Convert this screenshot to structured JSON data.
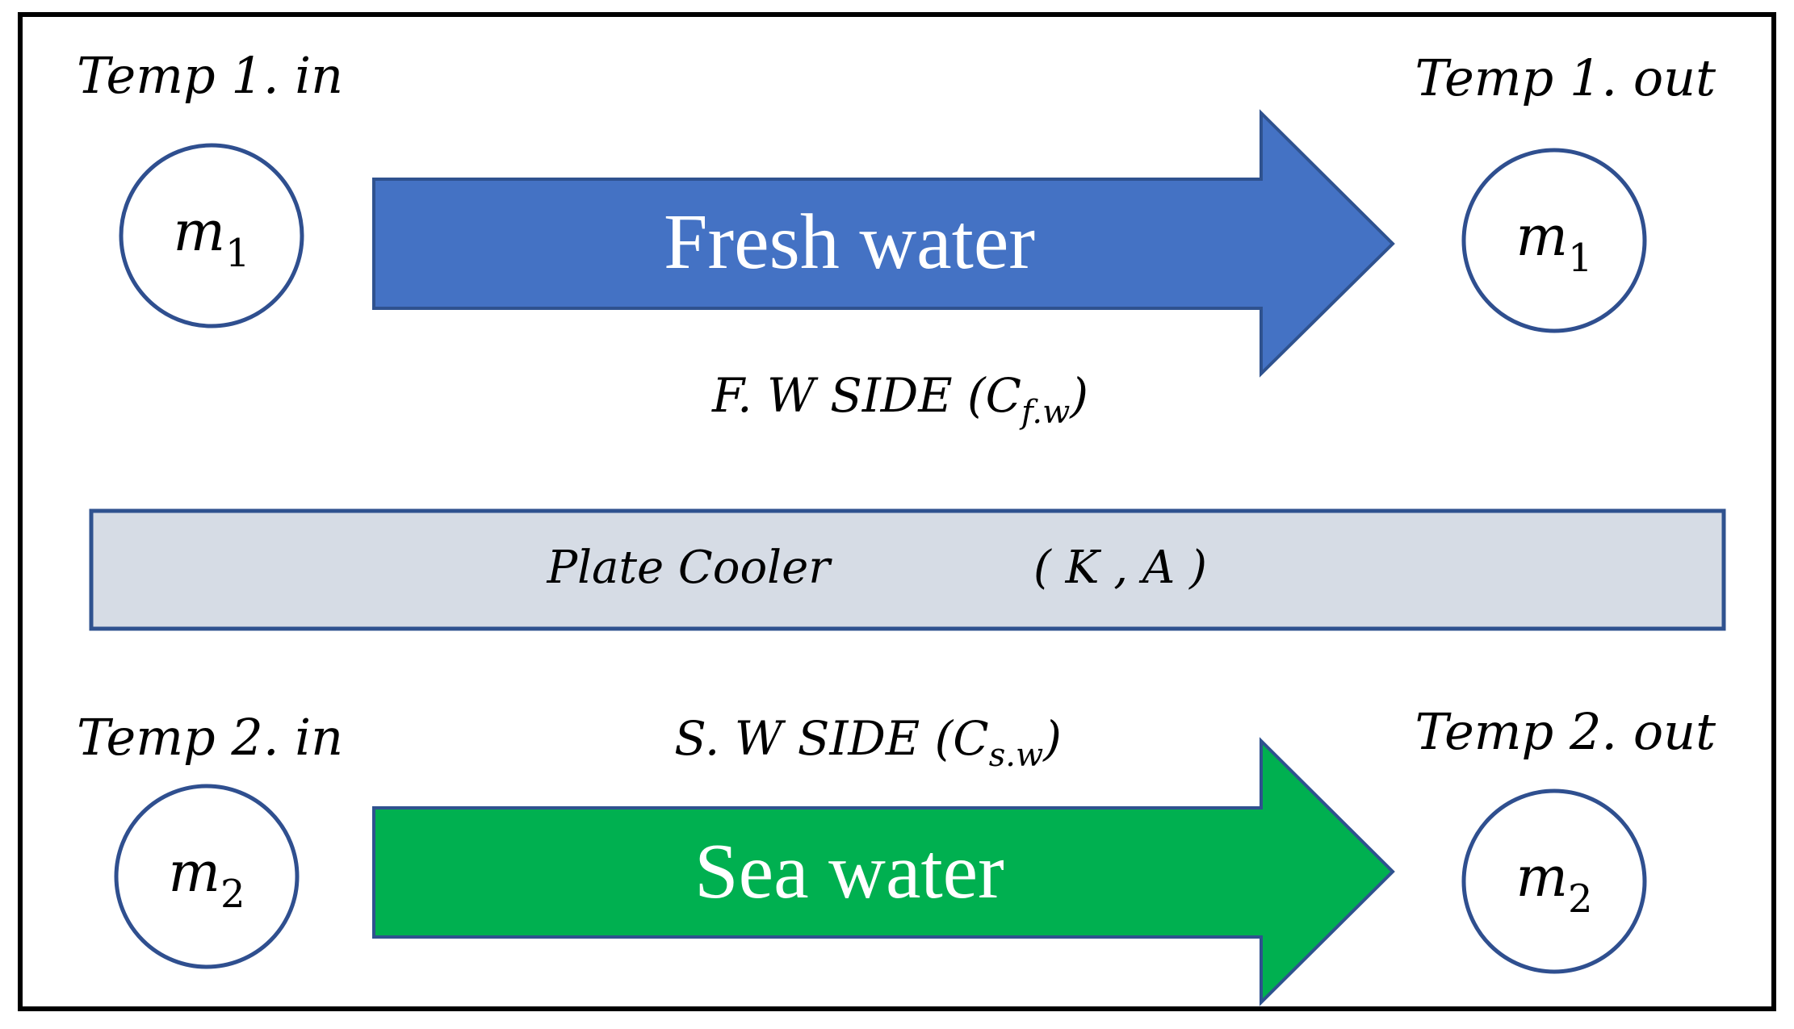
{
  "colors": {
    "frame": "#000000",
    "circle_stroke": "#2F4F8F",
    "fresh_arrow_fill": "#4472C4",
    "fresh_arrow_stroke": "#2F528F",
    "sea_arrow_fill": "#00B050",
    "sea_arrow_stroke": "#2F528F",
    "plate_fill": "#D6DCE5",
    "plate_stroke": "#2F528F",
    "arrow_text": "#FFFFFF",
    "label_text": "#000000"
  },
  "top": {
    "in_label": "Temp 1. in",
    "out_label": "Temp 1. out",
    "mass_symbol": "m",
    "mass_subscript": "1",
    "arrow_label": "Fresh water",
    "side_label_main": "F. W SIDE (C",
    "side_label_sub": "f.w",
    "side_label_close": ")"
  },
  "plate": {
    "label": "Plate Cooler",
    "params": "( K , A )"
  },
  "bottom": {
    "in_label": "Temp 2. in",
    "out_label": "Temp 2. out",
    "mass_symbol": "m",
    "mass_subscript": "2",
    "arrow_label": "Sea water",
    "side_label_main": "S. W SIDE (C",
    "side_label_sub": "s.w",
    "side_label_close": ")"
  }
}
